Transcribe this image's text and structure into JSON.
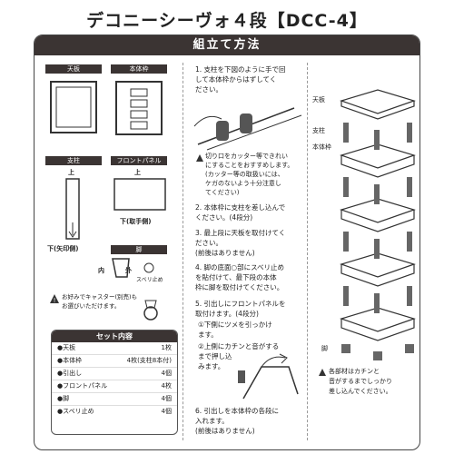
{
  "header": {
    "title": "デコニーシーヴォ４段【DCC-4】"
  },
  "banner": {
    "label": "組立て方法"
  },
  "parts": {
    "top_board": "天板",
    "frame": "本体枠",
    "support": "支柱",
    "support_up": "上",
    "support_down": "下(矢印側)",
    "front_panel": "フロントパネル",
    "front_up": "上",
    "front_down": "下(取手側)",
    "leg": "脚",
    "leg_in": "内",
    "leg_out": "外",
    "slip_stop": "スベリ止め"
  },
  "caster_note": [
    "お好みでキャスター(別売)も",
    "お選びいただけます。"
  ],
  "set_contents": {
    "title": "セット内容",
    "items": [
      {
        "name": "●天板",
        "qty": "1枚"
      },
      {
        "name": "●本体枠",
        "qty": "4枚(支柱8本付)"
      },
      {
        "name": "●引出し",
        "qty": "4個"
      },
      {
        "name": "●フロントパネル",
        "qty": "4枚"
      },
      {
        "name": "●脚",
        "qty": "4個"
      },
      {
        "name": "●スベリ止め",
        "qty": "4個"
      }
    ]
  },
  "steps": {
    "s1": [
      "1. 支柱を下図のように手で回",
      "して本体枠からはずしてく",
      "ださい。"
    ],
    "s1_caution": [
      "切り口をカッター等できれい",
      "にすることをおすすめします。",
      "(カッター等の取扱いには、",
      "ケガのないよう十分注意し",
      "てください)"
    ],
    "s2": [
      "2. 本体枠に支柱を差し込んで",
      "ください。(4段分)"
    ],
    "s3": [
      "3. 最上段に天板を取付けてく",
      "ださい。",
      "(前後はありません)"
    ],
    "s4": [
      "4. 脚の底面○部にスベリ止め",
      "を貼付けて、最下段の本体",
      "枠に脚を取付けてください。"
    ],
    "s5": [
      "5. 引出しにフロントパネルを",
      "取付けます。(4段分)"
    ],
    "s5a": [
      "①下側にツメを引っかけ",
      "ます。"
    ],
    "s5b": [
      "②上側にカチンと音がする",
      "まで押し込",
      "みます。"
    ],
    "s6": [
      "6. 引出しを本体枠の各段に",
      "入れます。",
      "(前後はありません)"
    ]
  },
  "diagram": {
    "top_board": "天板",
    "support": "支柱",
    "frame": "本体枠",
    "leg": "脚",
    "note": [
      "各部材はカチンと",
      "音がするまでしっかり",
      "差し込んでください。"
    ]
  }
}
